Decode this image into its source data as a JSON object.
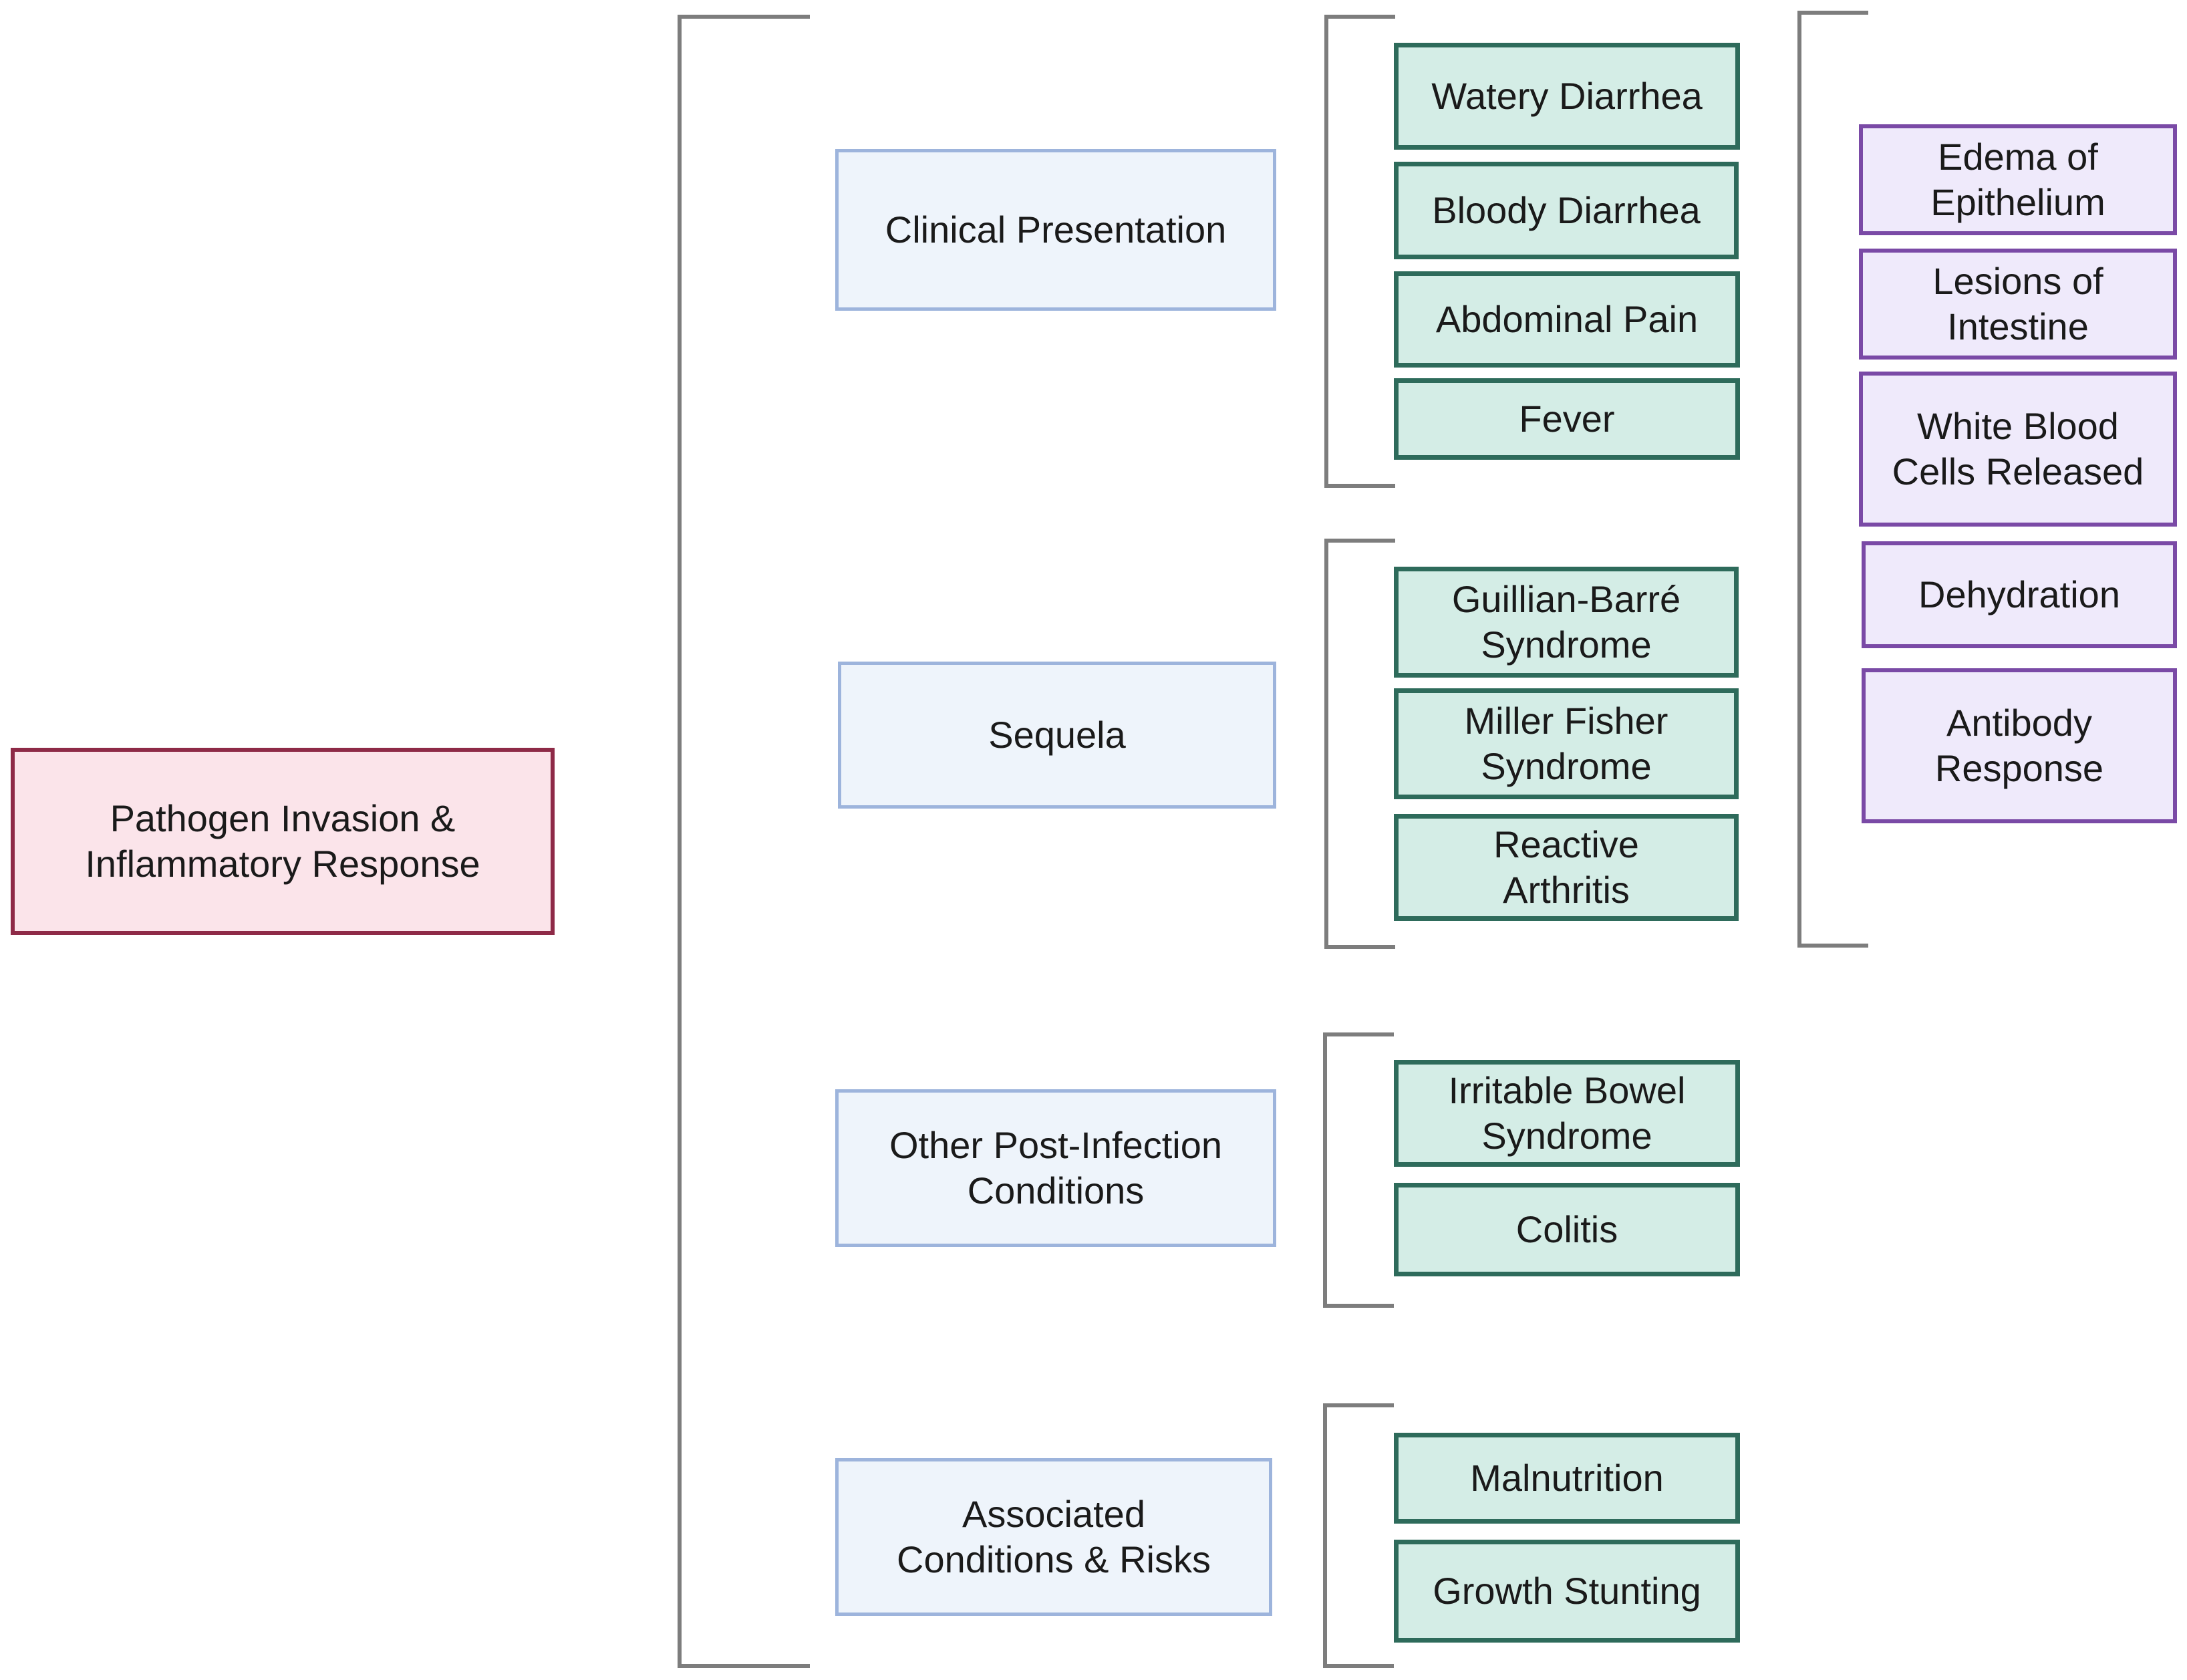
{
  "root": {
    "label": "Pathogen Invasion &\nInflammatory Response"
  },
  "categories": [
    {
      "label": "Clinical Presentation",
      "items": [
        "Watery Diarrhea",
        "Bloody Diarrhea",
        "Abdominal Pain",
        "Fever"
      ]
    },
    {
      "label": "Sequela",
      "items": [
        "Guillian-Barré\nSyndrome",
        "Miller Fisher\nSyndrome",
        "Reactive\nArthritis"
      ]
    },
    {
      "label": "Other Post-Infection\nConditions",
      "items": [
        "Irritable Bowel\nSyndrome",
        "Colitis"
      ]
    },
    {
      "label": "Associated\nConditions & Risks",
      "items": [
        "Malnutrition",
        "Growth Stunting"
      ]
    }
  ],
  "effects": [
    "Edema of\nEpithelium",
    "Lesions of\nIntestine",
    "White Blood\nCells Released",
    "Dehydration",
    "Antibody\nResponse"
  ],
  "colors": {
    "root_fill": "#fbe4ea",
    "root_border": "#8e2a47",
    "category_fill": "#eef4fb",
    "category_border": "#9db4dc",
    "item_fill": "#d4ede6",
    "item_border": "#2e6b5b",
    "effect_fill": "#efeafb",
    "effect_border": "#7a4aa6",
    "bracket": "#7d7d7d"
  }
}
